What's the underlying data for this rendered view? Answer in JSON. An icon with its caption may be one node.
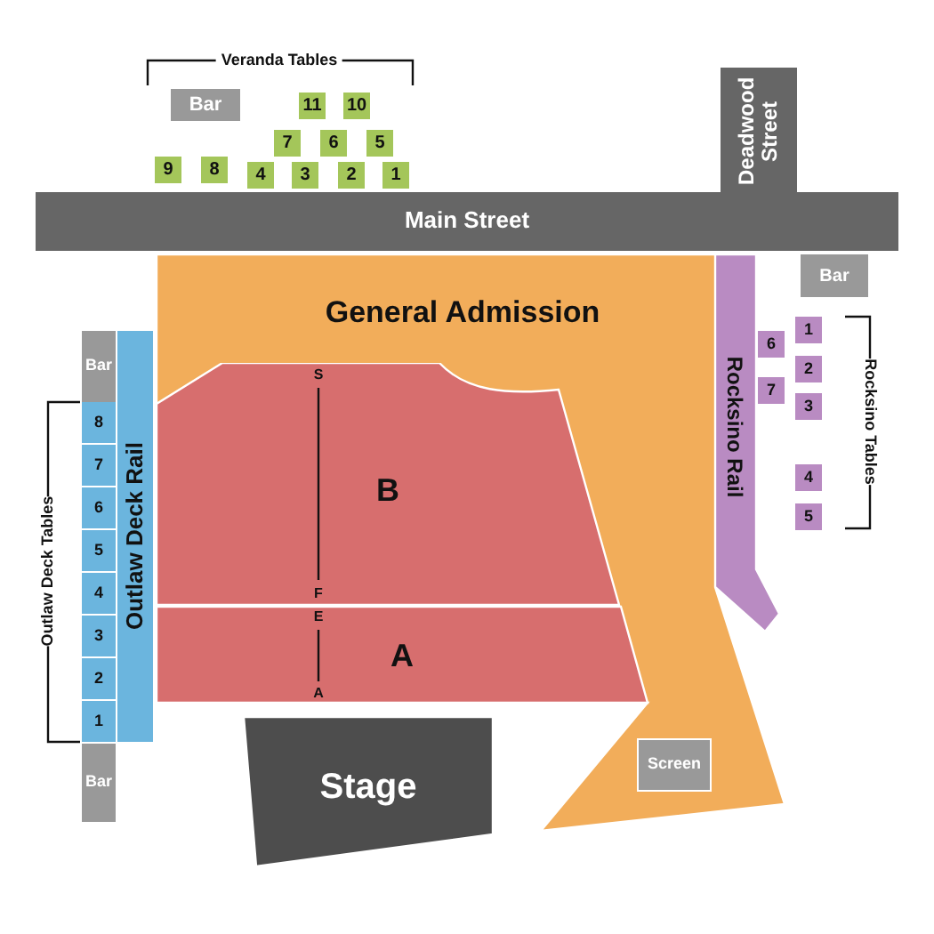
{
  "diagram": {
    "nodes": [
      {
        "text": [
          "Bar"
        ]
      },
      {
        "text": [
          "11"
        ]
      },
      {
        "text": [
          "10"
        ]
      },
      {
        "text": [
          "7"
        ]
      },
      {
        "text": [
          "6"
        ]
      },
      {
        "text": [
          "5"
        ]
      },
      {
        "text": [
          "9"
        ]
      },
      {
        "text": [
          "8"
        ]
      },
      {
        "text": [
          "4"
        ]
      },
      {
        "text": [
          "3"
        ]
      },
      {
        "text": [
          "2"
        ]
      },
      {
        "text": [
          "1"
        ]
      },
      {
        "text": [
          "Deadwood Street"
        ]
      },
      {
        "text": [
          "Main Street"
        ]
      },
      {
        "text": [
          "Bar"
        ]
      },
      {
        "text": [
          "General Admission"
        ]
      },
      {
        "text": [
          "B"
        ],
        "in": 15
      },
      {
        "text": [
          "A"
        ],
        "in": 15
      },
      {
        "text": [
          "Rocksino Rail"
        ]
      },
      {
        "text": [
          "6"
        ]
      },
      {
        "text": [
          "1"
        ]
      },
      {
        "text": [
          "2"
        ]
      },
      {
        "text": [
          "7"
        ]
      },
      {
        "text": [
          "3"
        ]
      },
      {
        "text": [
          "4"
        ]
      },
      {
        "text": [
          "5"
        ]
      },
      {
        "text": [
          "Bar"
        ]
      },
      {
        "text": [
          "8"
        ]
      },
      {
        "text": [
          "7"
        ]
      },
      {
        "text": [
          "6"
        ]
      },
      {
        "text": [
          "5"
        ]
      },
      {
        "text": [
          "4"
        ]
      },
      {
        "text": [
          "3"
        ]
      },
      {
        "text": [
          "2"
        ]
      },
      {
        "text": [
          "1"
        ]
      },
      {
        "text": [
          "Outlaw Deck Rail"
        ]
      },
      {
        "text": [
          "Bar"
        ]
      },
      {
        "text": [
          "Stage"
        ]
      },
      {
        "text": [
          "Screen"
        ],
        "in": 15
      }
    ],
    "labels": [
      "Veranda Tables",
      "S",
      "Rocksino Tables",
      "Outlaw Deck Tables",
      "F",
      "E",
      "A"
    ]
  }
}
